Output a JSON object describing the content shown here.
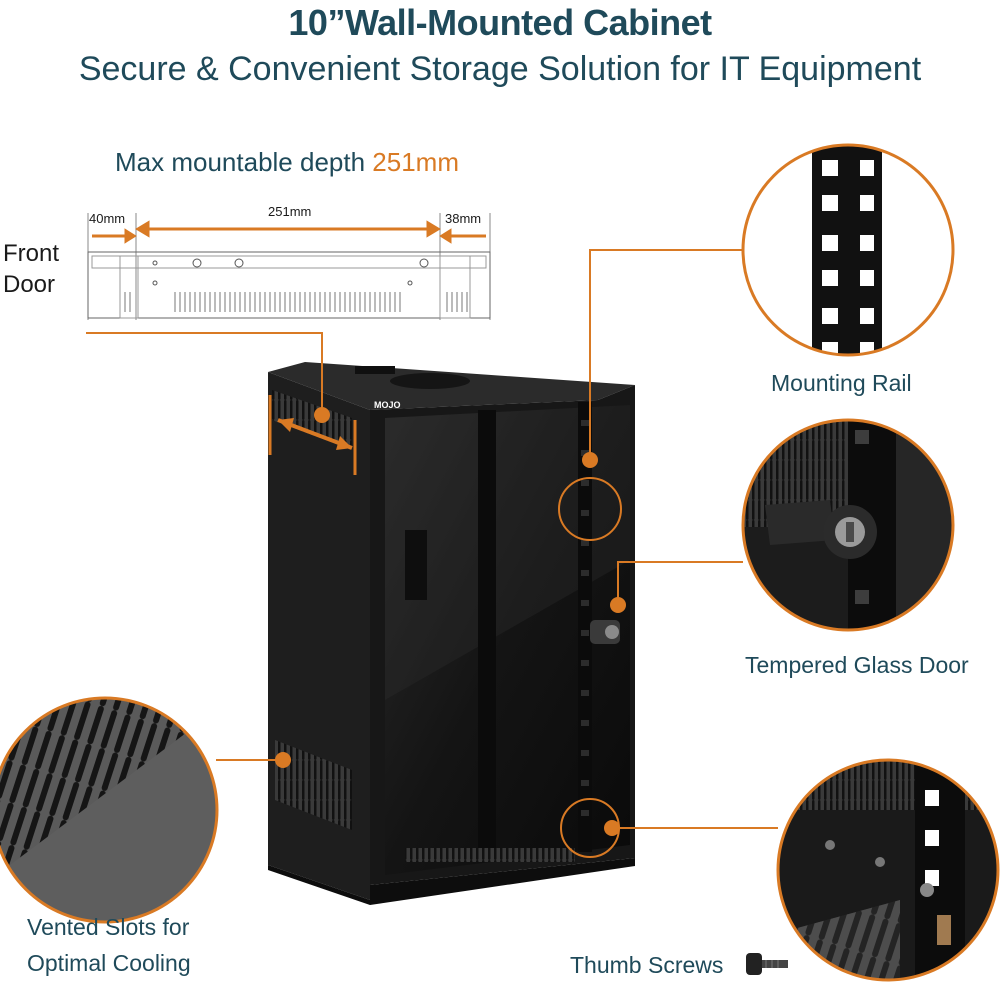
{
  "header": {
    "title": "10”Wall-Mounted Cabinet",
    "subtitle": "Secure & Convenient Storage Solution for IT Equipment"
  },
  "depth": {
    "label": "Max mountable depth ",
    "value": "251mm",
    "dim_left": "40mm",
    "dim_center": "251mm",
    "dim_right": "38mm"
  },
  "front_door": {
    "line1": "Front",
    "line2": "Door"
  },
  "features": {
    "mounting_rail": "Mounting Rail",
    "glass_door": "Tempered Glass Door",
    "vented_line1": "Vented Slots for",
    "vented_line2": "Optimal Cooling",
    "thumb_screws": "Thumb Screws"
  },
  "brand": {
    "logo_text": "MOJO"
  },
  "colors": {
    "accent": "#d97a24",
    "heading": "#1f4a5a",
    "cabinet": "#1b1b1b"
  }
}
